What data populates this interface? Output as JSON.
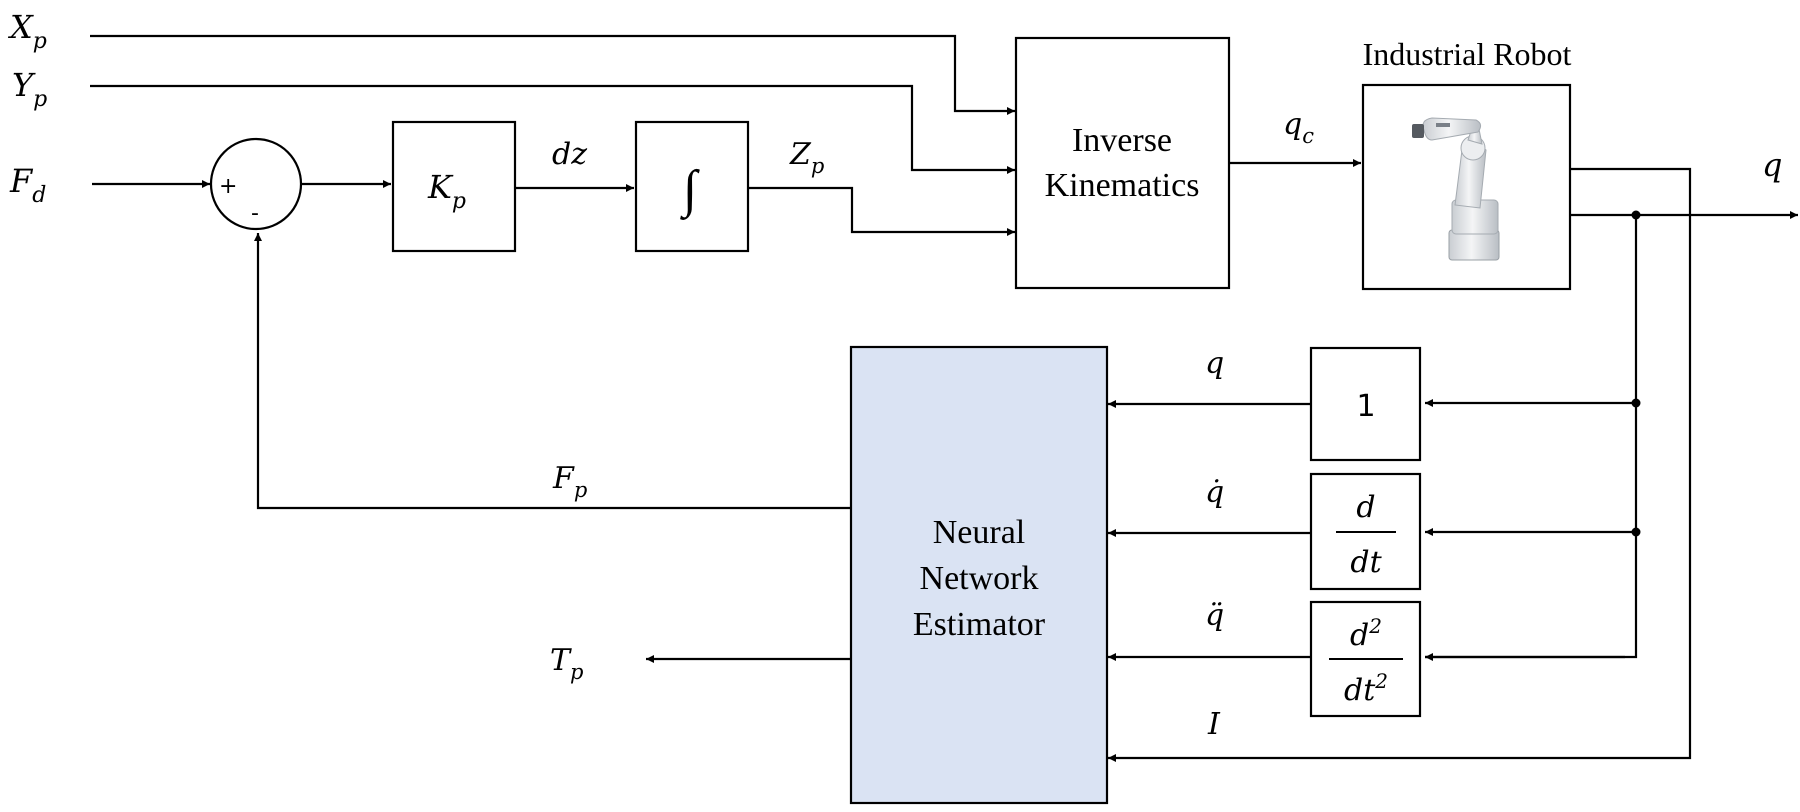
{
  "colors": {
    "line": "#000000",
    "estimator_fill": "#dae3f3"
  },
  "inputs": {
    "xp": {
      "base": "X",
      "sub": "p"
    },
    "yp": {
      "base": "Y",
      "sub": "p"
    },
    "fd": {
      "base": "F",
      "sub": "d"
    }
  },
  "summing_junction": {
    "plus": "+",
    "minus": "-"
  },
  "blocks": {
    "gain": {
      "base": "K",
      "sub": "p"
    },
    "integrator": {
      "symbol": "∫"
    },
    "inverse_kinematics": {
      "line1": "Inverse",
      "line2": "Kinematics"
    },
    "robot": {
      "title": "Industrial Robot",
      "image_icon": "industrial-robot-arm-icon"
    },
    "identity": {
      "label": "1"
    },
    "derivative": {
      "num": "d",
      "den": "dt"
    },
    "second_derivative": {
      "num": "d",
      "num_sup": "2",
      "den": "dt",
      "den_sup": "2"
    },
    "estimator": {
      "line1": "Neural",
      "line2": "Network",
      "line3": "Estimator"
    }
  },
  "signals": {
    "dz": "dz",
    "zp": {
      "base": "Z",
      "sub": "p"
    },
    "qc": {
      "base": "q",
      "sub": "c"
    },
    "q_out": "q",
    "q": "q",
    "q_dot": "q̇",
    "q_ddot": "q̈",
    "current": "I",
    "fp": {
      "base": "F",
      "sub": "p"
    },
    "tp": {
      "base": "T",
      "sub": "p"
    }
  }
}
